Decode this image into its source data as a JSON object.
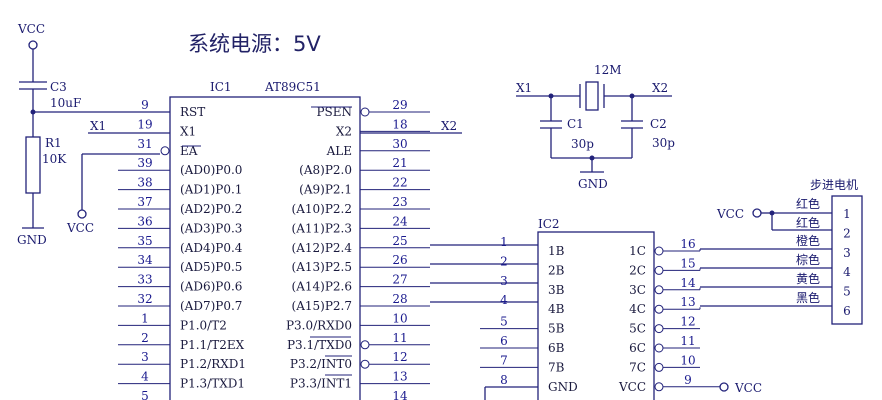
{
  "title": "系统电源：5V",
  "left": {
    "vcc_top": "VCC",
    "cap_ref": "C3",
    "cap_val": "10uF",
    "res_ref": "R1",
    "res_val": "10K",
    "gnd": "GND",
    "vcc_ea": "VCC",
    "x1_net": "X1"
  },
  "ic1": {
    "ref": "IC1",
    "part": "AT89C51",
    "left_pins": [
      {
        "num": "9",
        "name": "RST"
      },
      {
        "num": "19",
        "name": "X1"
      },
      {
        "num": "31",
        "name": "EA"
      },
      {
        "num": "39",
        "name": "(AD0)P0.0"
      },
      {
        "num": "38",
        "name": "(AD1)P0.1"
      },
      {
        "num": "37",
        "name": "(AD2)P0.2"
      },
      {
        "num": "36",
        "name": "(AD3)P0.3"
      },
      {
        "num": "35",
        "name": "(AD4)P0.4"
      },
      {
        "num": "34",
        "name": "(AD5)P0.5"
      },
      {
        "num": "33",
        "name": "(AD6)P0.6"
      },
      {
        "num": "32",
        "name": "(AD7)P0.7"
      },
      {
        "num": "1",
        "name": "P1.0/T2"
      },
      {
        "num": "2",
        "name": "P1.1/T2EX"
      },
      {
        "num": "3",
        "name": "P1.2/RXD1"
      },
      {
        "num": "4",
        "name": "P1.3/TXD1"
      },
      {
        "num": "5",
        "name": ""
      }
    ],
    "right_pins": [
      {
        "num": "29",
        "name": "PSEN"
      },
      {
        "num": "18",
        "name": "X2"
      },
      {
        "num": "30",
        "name": "ALE"
      },
      {
        "num": "21",
        "name": "(A8)P2.0"
      },
      {
        "num": "22",
        "name": "(A9)P2.1"
      },
      {
        "num": "23",
        "name": "(A10)P2.2"
      },
      {
        "num": "24",
        "name": "(A11)P2.3"
      },
      {
        "num": "25",
        "name": "(A12)P2.4"
      },
      {
        "num": "26",
        "name": "(A13)P2.5"
      },
      {
        "num": "27",
        "name": "(A14)P2.6"
      },
      {
        "num": "28",
        "name": "(A15)P2.7"
      },
      {
        "num": "10",
        "name": "P3.0/RXD0"
      },
      {
        "num": "11",
        "name": "P3.1/TXD0"
      },
      {
        "num": "12",
        "name": "P3.2/INT0"
      },
      {
        "num": "13",
        "name": "P3.3/INT1"
      },
      {
        "num": "14",
        "name": ""
      }
    ],
    "x2_net": "X2"
  },
  "crystal": {
    "freq": "12M",
    "x1": "X1",
    "x2": "X2",
    "c1_ref": "C1",
    "c1_val": "30p",
    "c2_ref": "C2",
    "c2_val": "30p",
    "gnd": "GND"
  },
  "ic2": {
    "ref": "IC2",
    "left_pins": [
      {
        "num": "1",
        "name": "1B"
      },
      {
        "num": "2",
        "name": "2B"
      },
      {
        "num": "3",
        "name": "3B"
      },
      {
        "num": "4",
        "name": "4B"
      },
      {
        "num": "5",
        "name": "5B"
      },
      {
        "num": "6",
        "name": "6B"
      },
      {
        "num": "7",
        "name": "7B"
      },
      {
        "num": "8",
        "name": "GND"
      }
    ],
    "right_pins": [
      {
        "num": "16",
        "name": "1C"
      },
      {
        "num": "15",
        "name": "2C"
      },
      {
        "num": "14",
        "name": "3C"
      },
      {
        "num": "13",
        "name": "4C"
      },
      {
        "num": "12",
        "name": "5C"
      },
      {
        "num": "11",
        "name": "6C"
      },
      {
        "num": "10",
        "name": "7C"
      },
      {
        "num": "9",
        "name": "VCC"
      }
    ],
    "vcc_net": "VCC"
  },
  "motor": {
    "title": "步进电机",
    "vcc": "VCC",
    "wires": [
      "红色",
      "红色",
      "橙色",
      "棕色",
      "黄色",
      "黑色"
    ],
    "pins": [
      "1",
      "2",
      "3",
      "4",
      "5",
      "6"
    ]
  }
}
